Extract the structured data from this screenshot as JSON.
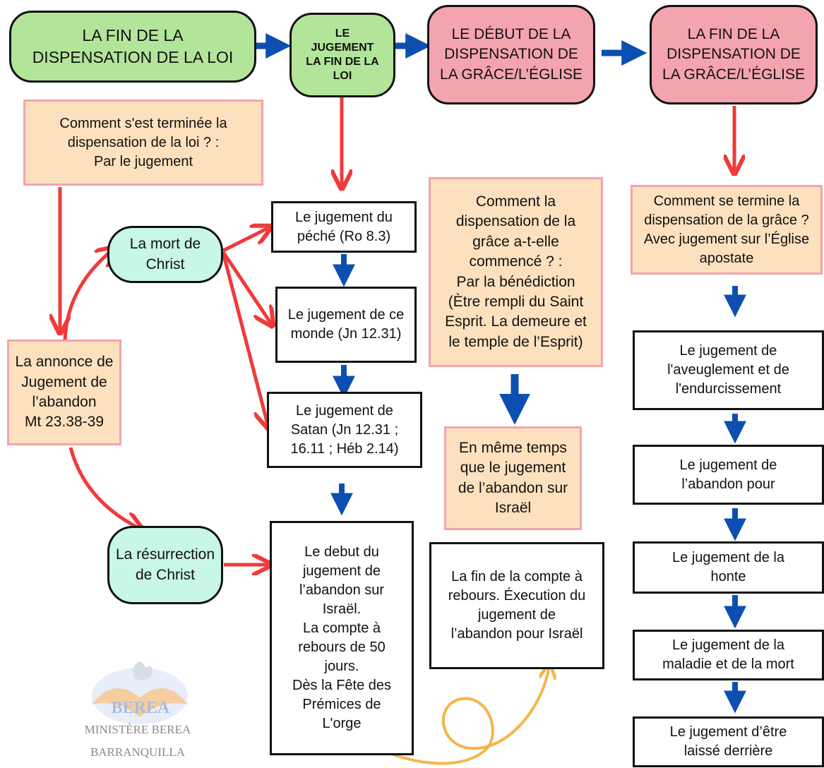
{
  "nodes": {
    "fin_loi": "LA FIN DE LA\nDISPENSATION DE LA LOI",
    "jugement_fin_loi": "LE\nJUGEMENT\nLA FIN DE LA\nLOI",
    "debut_grace": "LE DÉBUT DE LA\nDISPENSATION DE\nLA GRÂCE/L’ÉGLISE",
    "fin_grace": "LA FIN DE LA\nDISPENSATION DE\nLA GRÂCE/L’ÉGLISE",
    "q_loi": "Comment s'est terminée la\ndispensation de la loi ? :\nPar le jugement",
    "mort_christ": "La mort de\nChrist",
    "resurrection": "La résurrection\nde Christ",
    "annonce": "La annonce de\nJugement de\nl’abandon\nMt 23.38-39",
    "jug_peche": "Le jugement du\npéché (Ro 8.3)",
    "jug_monde": "Le jugement de ce\nmonde (Jn 12.31)",
    "jug_satan": "Le jugement de\nSatan (Jn 12.31 ;\n16.11 ; Héb 2.14)",
    "debut_jugement": "Le debut du\njugement de\nl’abandon sur\nIsraël.\nLa compte à\nrebours de 50\njours.\nDès la Fête des\nPrémices de\nL'orge",
    "q_grace": "Comment la\ndispensation de la\ngrâce a-t-elle\ncommencé ? :\nPar la bénédiction\n(Ètre rempli du Saint\nEsprit. La demeure et\nle temple de l’Esprit)",
    "meme_temps": "En même temps\nque le jugement\nde l’abandon sur\nIsraël",
    "fin_compte": "La fin de la compte à\nrebours. Éxecution du\njugement de\nl’abandon pour Israël",
    "q_fin_grace": "Comment se termine la\ndispensation de la grâce ?\nAvec jugement sur l’Église\napostate",
    "jug_aveuglement": "Le jugement de\nl'aveuglement et de\nl'endurcissement",
    "jug_abandon_pour": "Le jugement de\nl’abandon pour",
    "jug_honte": "Le jugement de la\nhonte",
    "jug_maladie": "Le jugement de la\nmaladie et de la mort",
    "jug_laisse": "Le jugement d’être\nlaissé derrière"
  },
  "logo": {
    "word": "BEREA",
    "line1": "MINISTÈRE BEREA",
    "line2": "BARRANQUILLA"
  },
  "colors": {
    "green": "#b2e59a",
    "pink": "#f4a4ae",
    "mint": "#c8f6e8",
    "note": "#fde1be",
    "note_border": "#f2a3ad",
    "blue_arrow": "#0d4fb0",
    "red_arrow": "#f03a3a",
    "orange_curve": "#f6b54a"
  }
}
